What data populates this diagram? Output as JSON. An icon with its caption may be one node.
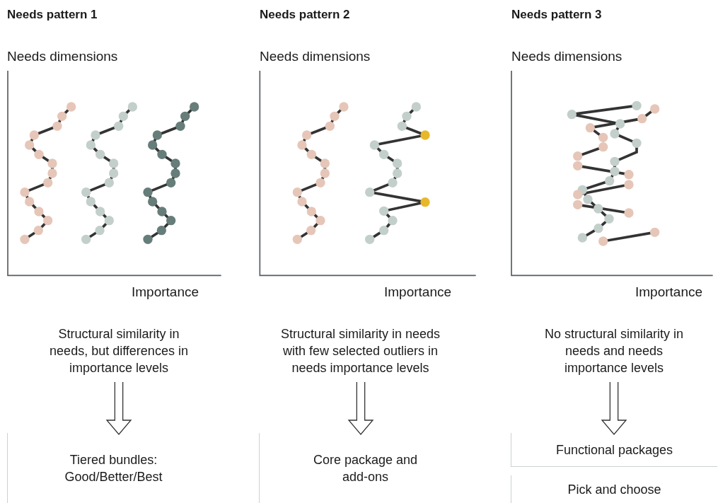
{
  "diagram": {
    "nodes": [
      {
        "text": [
          "Structural similarity in needs, but differences in importance levels"
        ]
      },
      {
        "text": [
          "Tiered bundles: Good/Better/Best"
        ]
      },
      {
        "text": [
          "Structural similarity in needs with few selected outliers in needs importance levels"
        ]
      },
      {
        "text": [
          "Core package and add-ons"
        ]
      },
      {
        "text": [
          "No structural similarity in needs and needs importance levels"
        ]
      },
      {
        "text": [
          "Functional packages"
        ]
      },
      {
        "text": [
          "Pick and choose"
        ]
      }
    ],
    "edges": [
      {
        "from": 0,
        "to": 1,
        "arrow": "to"
      },
      {
        "from": 2,
        "to": 3,
        "arrow": "to"
      },
      {
        "from": 4,
        "to": 5,
        "arrow": "to"
      }
    ],
    "labels": [
      "Needs pattern 1",
      "Needs pattern 2",
      "Needs pattern 3",
      "Needs dimensions",
      "Needs dimensions",
      "Needs dimensions",
      "Importance",
      "Importance",
      "Importance"
    ]
  }
}
